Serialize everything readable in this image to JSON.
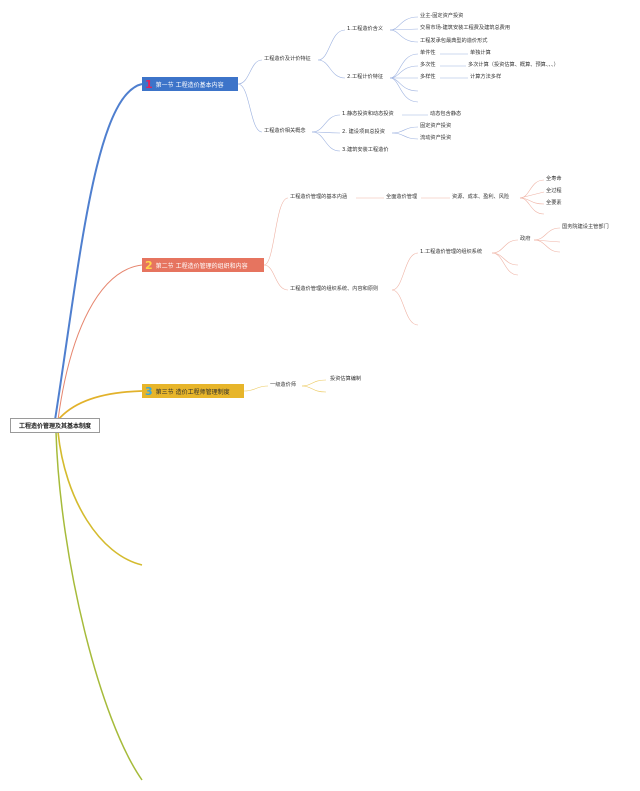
{
  "root": "工程造价管理及其基本制度",
  "sections": [
    {
      "num": "1",
      "title": "第一节 工程造价基本内容",
      "color": "#3d74c9"
    },
    {
      "num": "2",
      "title": "第二节 工程造价管理的组织和内容",
      "color": "#e6745f"
    },
    {
      "num": "3",
      "title": "第三节 造价工程师管理制度",
      "color": "#e7b52a"
    }
  ],
  "s1": {
    "a": "工程造价及计价特征",
    "a1": "1.工程造价含义",
    "a1_items": [
      "业主-固定资产投资",
      "交易市场-建筑安装工程费及建筑总费用",
      "工程发承包最典型的造价形式"
    ],
    "a2": "2.工程计价特征",
    "a2_items": [
      "单件性",
      "多次性",
      "多样性"
    ],
    "a2_details": [
      "单独计算",
      "多次计算（投资估算、概算、预算、、、）",
      "计算方法多样"
    ],
    "b": "工程造价相关概念",
    "b_items": [
      "1.静态投资和动态投资",
      "2. 建设项目总投资",
      "3.建筑安装工程造价"
    ],
    "b1_detail": "动态包含静态",
    "b2_details": [
      "固定资产投资",
      "流动资产投资"
    ]
  },
  "s2": {
    "a": "工程造价管理的基本内涵",
    "a1": "全面造价管理",
    "a1_detail": "资源、成本、盈利、风险",
    "a1_items": [
      "全寿命",
      "全过程",
      "全要素"
    ],
    "b": "工程造价管理的组织系统、内容和原则",
    "b1": "1.工程造价管理的组织系统",
    "b1_1": "政府",
    "b1_1_1": "国务院建设主管部门"
  },
  "s3": {
    "a": "一级造价师",
    "a1": "投资估算编制"
  }
}
